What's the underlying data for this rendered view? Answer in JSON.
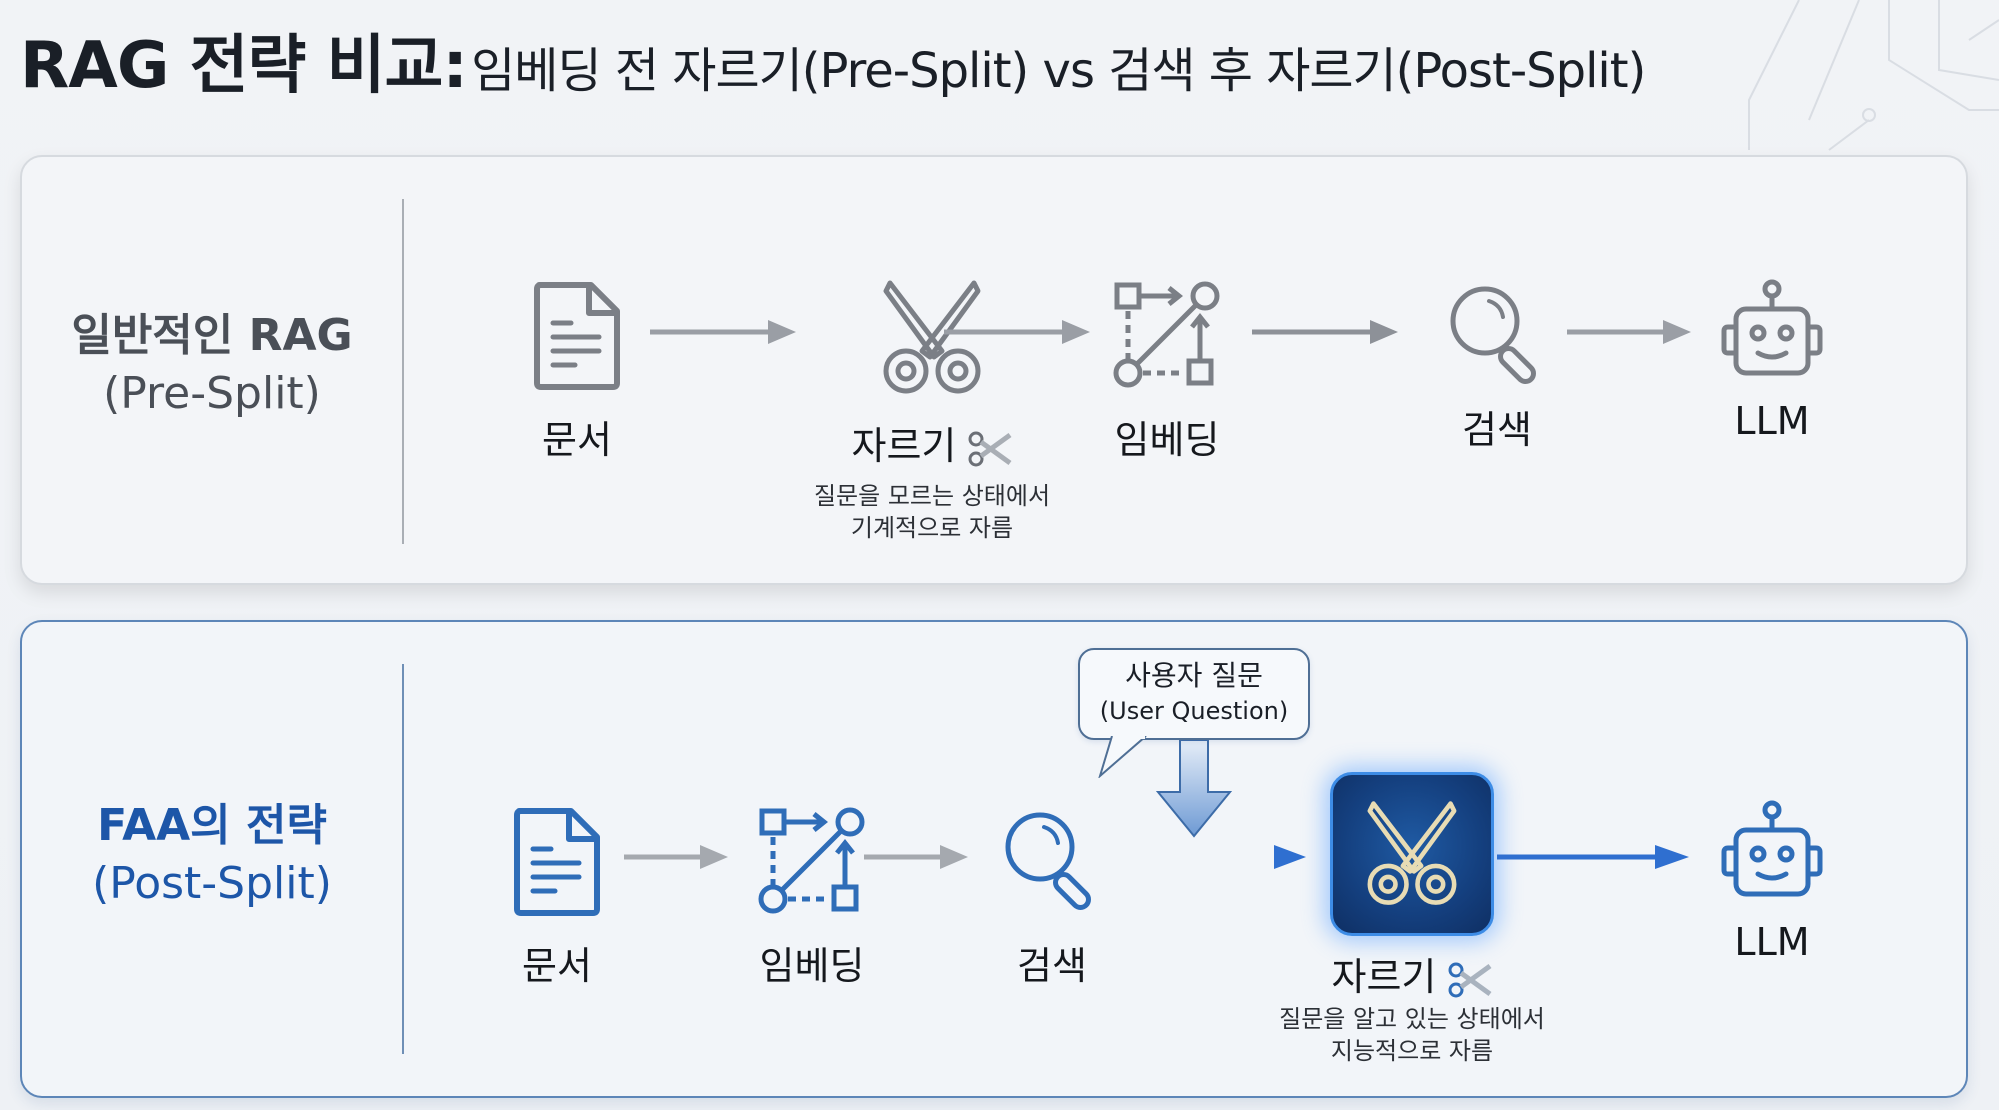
{
  "title": {
    "main": "RAG 전략 비교:",
    "sub": "임베딩 전 자르기(Pre-Split) vs 검색 후 자르기(Post-Split)"
  },
  "colors": {
    "gray_icon": "#7b7f86",
    "blue_icon": "#2f6db8",
    "blue_label": "#1d56a8",
    "cut_box_bg": "#143f7e",
    "cut_box_glow": "#3d8ce6",
    "scissor_gold": "#e8dcb4"
  },
  "pre_split": {
    "label_line1": "일반적인 RAG",
    "label_line2": "(Pre-Split)",
    "steps": [
      {
        "label": "문서",
        "icon": "document-icon"
      },
      {
        "label": "자르기",
        "icon": "scissors-icon",
        "desc_line1": "질문을 모르는 상태에서",
        "desc_line2": "기계적으로 자름"
      },
      {
        "label": "임베딩",
        "icon": "embedding-icon"
      },
      {
        "label": "검색",
        "icon": "magnifier-icon"
      },
      {
        "label": "LLM",
        "icon": "robot-icon"
      }
    ]
  },
  "post_split": {
    "label_line1": "FAA의 전략",
    "label_line2": "(Post-Split)",
    "steps": [
      {
        "label": "문서",
        "icon": "document-icon"
      },
      {
        "label": "임베딩",
        "icon": "embedding-icon"
      },
      {
        "label": "검색",
        "icon": "magnifier-icon"
      },
      {
        "label": "자르기",
        "icon": "scissors-icon",
        "desc_line1": "질문을 알고 있는 상태에서",
        "desc_line2": "지능적으로 자름"
      },
      {
        "label": "LLM",
        "icon": "robot-icon"
      }
    ],
    "user_question": {
      "line1": "사용자 질문",
      "line2": "(User Question)"
    }
  }
}
